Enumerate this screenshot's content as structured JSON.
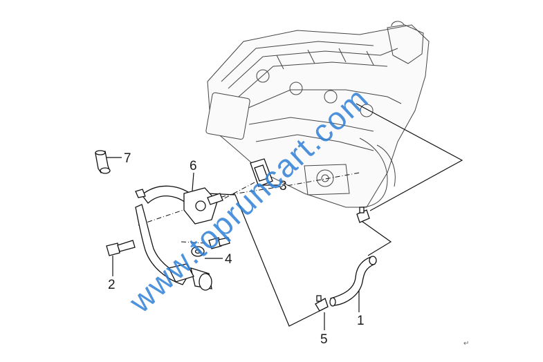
{
  "callouts": [
    {
      "id": "1",
      "label": "1"
    },
    {
      "id": "2",
      "label": "2"
    },
    {
      "id": "3",
      "label": "3"
    },
    {
      "id": "4",
      "label": "4"
    },
    {
      "id": "5",
      "label": "5"
    },
    {
      "id": "6",
      "label": "6"
    },
    {
      "id": "7",
      "label": "7"
    }
  ],
  "watermark": "www.topruncart.com",
  "return_mark": "↵",
  "colors": {
    "watermark": "#2f7fd6",
    "line": "#111111"
  }
}
